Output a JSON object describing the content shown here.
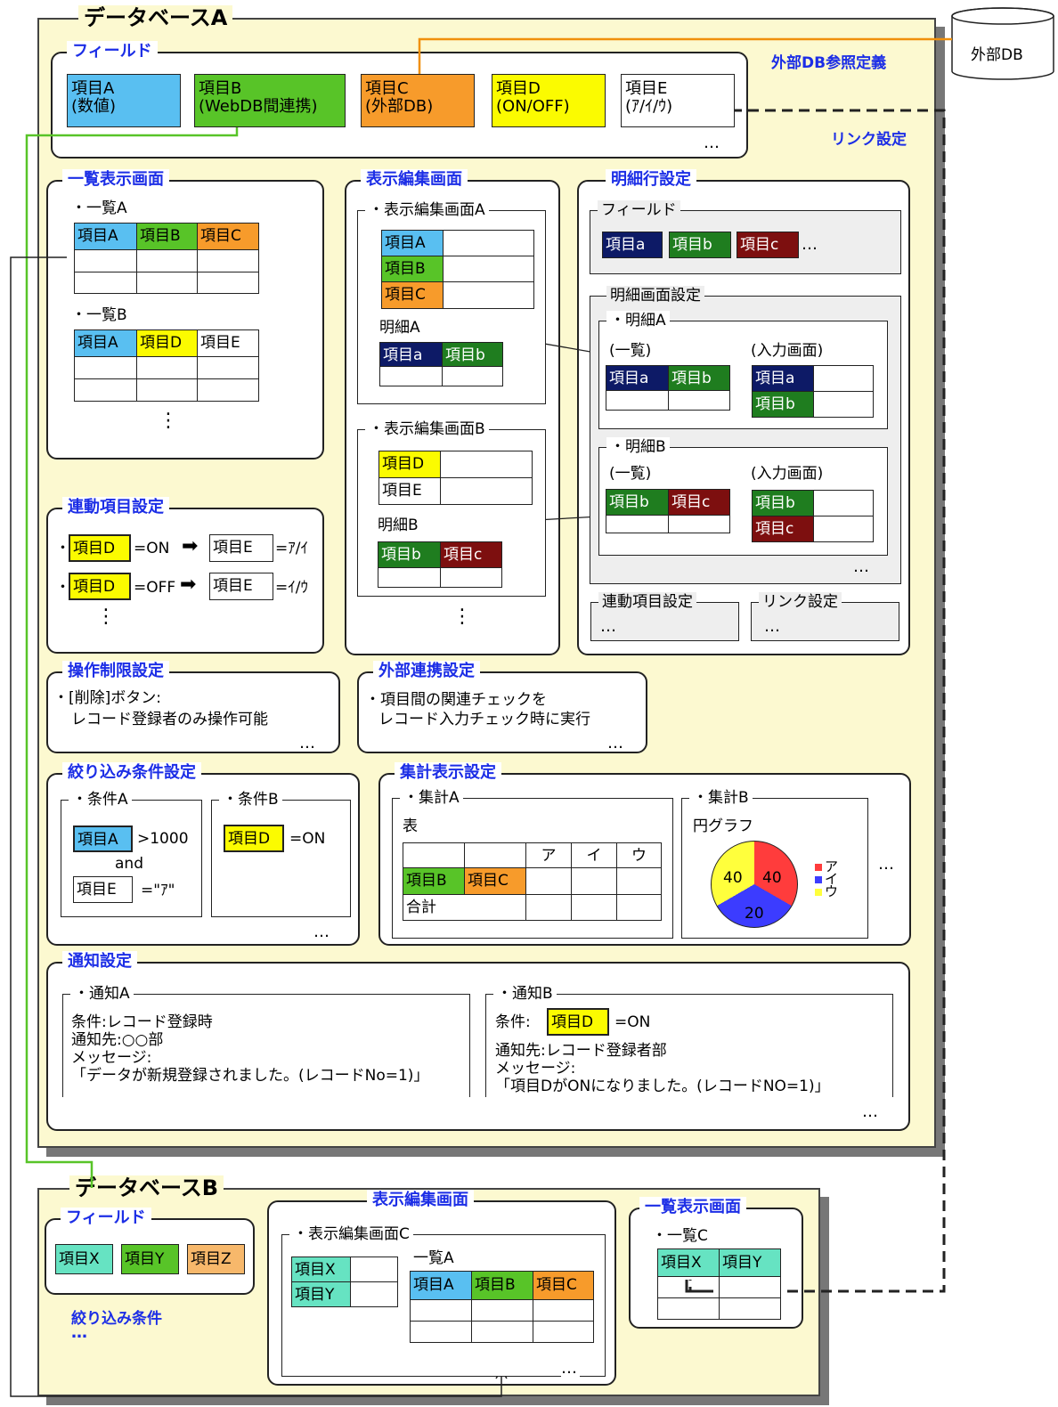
{
  "colors": {
    "blue": "#59bff1",
    "green": "#58c428",
    "orange": "#f79b2b",
    "yellow": "#fbfb00",
    "navy": "#0d1a66",
    "dark_green": "#1f7d1f",
    "maroon": "#7d0f0f",
    "teal": "#66e3c2",
    "light_orange": "#f7b86b",
    "panel_title": "#1c2ee6",
    "db_bg": "#fcf9d0",
    "ext_line": "#f0900c",
    "link_line": "#58c428"
  },
  "dbA": {
    "title": "データベースA",
    "external_def_label": "外部DB参照定義",
    "link_label": "リンク設定",
    "external_db_label": "外部DB",
    "field": {
      "title": "フィールド",
      "a": "項目A\n(数値)",
      "b": "項目B\n(WebDB間連携)",
      "c": "項目C\n(外部DB)",
      "d": "項目D\n(ON/OFF)",
      "e": "項目E\n(ｱ/ｲ/ｳ)",
      "more": "…"
    },
    "list": {
      "title": "一覧表示画面",
      "a_label": "・一覧A",
      "a_headers": [
        "項目A",
        "項目B",
        "項目C"
      ],
      "b_label": "・一覧B",
      "b_headers": [
        "項目A",
        "項目D",
        "項目E"
      ],
      "more": "⋮"
    },
    "edit": {
      "title": "表示編集画面",
      "a_label": "・表示編集画面A",
      "a_fields": [
        "項目A",
        "項目B",
        "項目C"
      ],
      "a_detail": "明細A",
      "a_detail_headers": [
        "項目a",
        "項目b"
      ],
      "b_label": "・表示編集画面B",
      "b_fields": [
        "項目D",
        "項目E"
      ],
      "b_detail": "明細B",
      "b_detail_headers": [
        "項目b",
        "項目c"
      ],
      "more": "⋮"
    },
    "detail": {
      "title": "明細行設定",
      "fields_label": "フィールド",
      "fields": [
        "項目a",
        "項目b",
        "項目c"
      ],
      "fields_more": "…",
      "screen_label": "明細画面設定",
      "a_label": "・明細A",
      "list_label": "(一覧)",
      "input_label": "(入力画面)",
      "a_list": [
        "項目a",
        "項目b"
      ],
      "a_input": [
        "項目a",
        "項目b"
      ],
      "b_label": "・明細B",
      "b_list": [
        "項目b",
        "項目c"
      ],
      "b_input": [
        "項目b",
        "項目c"
      ],
      "screen_more": "…",
      "linked_label": "連動項目設定",
      "link_label": "リンク設定",
      "sub_more": "…"
    },
    "linked": {
      "title": "連動項目設定",
      "r1_field": "項目D",
      "r1_cond": "=ON",
      "r1_target": "項目E",
      "r1_value": "=ｱ/ｲ",
      "r2_field": "項目D",
      "r2_cond": "=OFF",
      "r2_target": "項目E",
      "r2_value": "=ｲ/ｳ",
      "bullet": "・",
      "arrow": "➡",
      "more": "⋮"
    },
    "opr": {
      "title": "操作制限設定",
      "line1": "・[削除]ボタン:",
      "line2": "レコード登録者のみ操作可能",
      "more": "…"
    },
    "ext": {
      "title": "外部連携設定",
      "line1": "・項目間の関連チェックを",
      "line2": "レコード入力チェック時に実行",
      "more": "…"
    },
    "filter": {
      "title": "絞り込み条件設定",
      "a_label": "・条件A",
      "a_field": "項目A",
      "a_cond": ">1000",
      "a_and": "and",
      "a_field2": "項目E",
      "a_cond2": "=\"ｱ\"",
      "b_label": "・条件B",
      "b_field": "項目D",
      "b_cond": "=ON",
      "more": "…"
    },
    "agg": {
      "title": "集計表示設定",
      "a_label": "・集計A",
      "a_kind": "表",
      "cols": [
        "ア",
        "イ",
        "ウ"
      ],
      "row1": [
        "項目B",
        "項目C"
      ],
      "total": "合計",
      "b_label": "・集計B",
      "b_kind": "円グラフ",
      "legend": [
        "ア",
        "イ",
        "ウ"
      ],
      "more": "…"
    },
    "notify": {
      "title": "通知設定",
      "a_label": "・通知A",
      "a_l1": "条件:レコード登録時",
      "a_l2": "通知先:○○部",
      "a_l3": "メッセージ:",
      "a_l4": "「データが新規登録されました。(レコードNo=1)」",
      "b_label": "・通知B",
      "b_l1": "条件:",
      "b_field": "項目D",
      "b_cond": "=ON",
      "b_l2": "通知先:レコード登録者部",
      "b_l3": "メッセージ:",
      "b_l4": "「項目DがONになりました。(レコードNO=1)」",
      "more": "…"
    }
  },
  "dbB": {
    "title": "データベースB",
    "field": {
      "title": "フィールド",
      "items": [
        "項目X",
        "項目Y",
        "項目Z"
      ]
    },
    "filter_label": "絞り込み条件",
    "filter_more": "…",
    "edit": {
      "title": "表示編集画面",
      "c_label": "・表示編集画面C",
      "fields": [
        "項目X",
        "項目Y"
      ],
      "list_label": "一覧A",
      "list_headers": [
        "項目A",
        "項目B",
        "項目C"
      ],
      "more": "…"
    },
    "list": {
      "title": "一覧表示画面",
      "c_label": "・一覧C",
      "headers": [
        "項目X",
        "項目Y"
      ]
    }
  },
  "chart_data": {
    "type": "pie",
    "title": "円グラフ",
    "labels": [
      "ア",
      "イ",
      "ウ"
    ],
    "values": [
      40,
      20,
      40
    ],
    "colors": [
      "#ff3c3c",
      "#3c3cff",
      "#ffff3c"
    ]
  }
}
